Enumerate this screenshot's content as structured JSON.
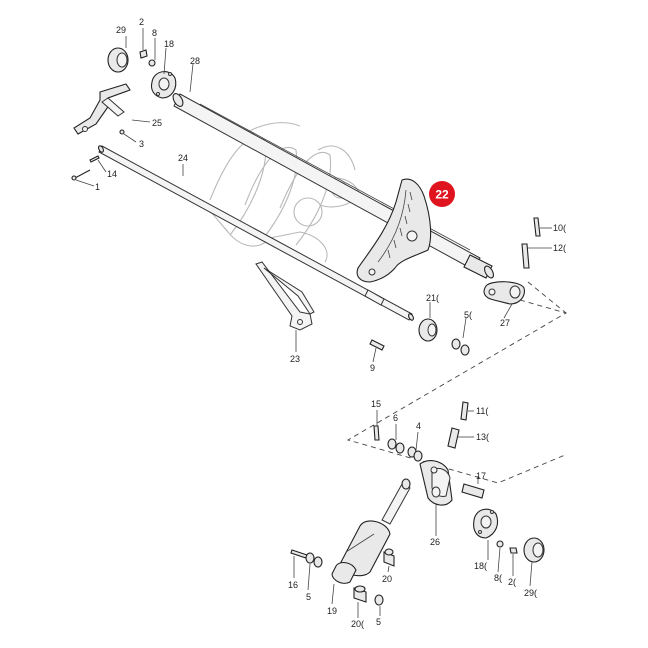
{
  "diagram": {
    "highlighted_part": "22",
    "callouts": [
      {
        "id": "29a",
        "text": "29"
      },
      {
        "id": "2a",
        "text": "2"
      },
      {
        "id": "8a",
        "text": "8"
      },
      {
        "id": "18a",
        "text": "18"
      },
      {
        "id": "28",
        "text": "28"
      },
      {
        "id": "25",
        "text": "25"
      },
      {
        "id": "3",
        "text": "3"
      },
      {
        "id": "24",
        "text": "24"
      },
      {
        "id": "14",
        "text": "14"
      },
      {
        "id": "1",
        "text": "1"
      },
      {
        "id": "10",
        "text": "10("
      },
      {
        "id": "12",
        "text": "12("
      },
      {
        "id": "21",
        "text": "21("
      },
      {
        "id": "5a",
        "text": "5("
      },
      {
        "id": "27",
        "text": "27"
      },
      {
        "id": "23",
        "text": "23"
      },
      {
        "id": "9",
        "text": "9"
      },
      {
        "id": "15",
        "text": "15"
      },
      {
        "id": "6",
        "text": "6"
      },
      {
        "id": "4",
        "text": "4"
      },
      {
        "id": "11",
        "text": "11("
      },
      {
        "id": "13",
        "text": "13("
      },
      {
        "id": "17",
        "text": "17"
      },
      {
        "id": "26",
        "text": "26"
      },
      {
        "id": "18b",
        "text": "18("
      },
      {
        "id": "8b",
        "text": "8("
      },
      {
        "id": "2b",
        "text": "2("
      },
      {
        "id": "29b",
        "text": "29("
      },
      {
        "id": "16",
        "text": "16"
      },
      {
        "id": "5b",
        "text": "5"
      },
      {
        "id": "20a",
        "text": "20"
      },
      {
        "id": "19",
        "text": "19"
      },
      {
        "id": "20b",
        "text": "20("
      },
      {
        "id": "5c",
        "text": "5"
      }
    ]
  },
  "colors": {
    "highlight": "#e0141e",
    "line": "#222222",
    "ghost": "#b8b8b8"
  }
}
